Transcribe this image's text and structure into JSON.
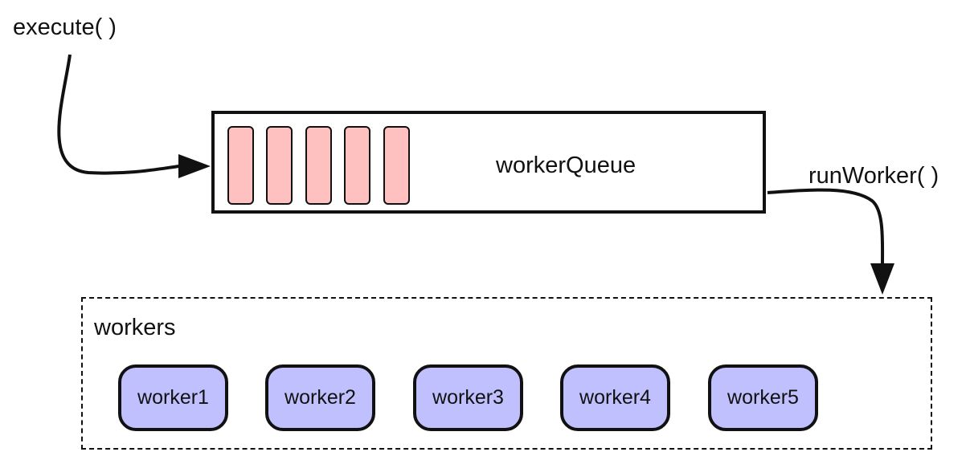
{
  "colors": {
    "slot_fill": "#ffc0c0",
    "worker_fill": "#c0c0ff",
    "stroke": "#111111"
  },
  "labels": {
    "execute": "execute( )",
    "run_worker": "runWorker( )"
  },
  "queue": {
    "title": "workerQueue",
    "slot_count": 5
  },
  "workers": {
    "title": "workers",
    "items": [
      "worker1",
      "worker2",
      "worker3",
      "worker4",
      "worker5"
    ]
  }
}
